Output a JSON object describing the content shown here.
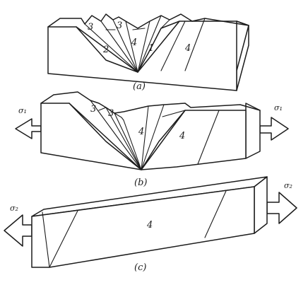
{
  "panels": [
    {
      "caption": "(a)",
      "regions": [
        "3",
        "3",
        "2",
        "4",
        "1",
        "4"
      ]
    },
    {
      "caption": "(b)",
      "regions": [
        "3",
        "3",
        "4",
        "4"
      ],
      "forces": [
        "σ₁",
        "σ₁"
      ]
    },
    {
      "caption": "(c)",
      "regions": [
        "4"
      ],
      "forces": [
        "σ₂",
        "σ₂"
      ]
    }
  ],
  "colors": {
    "ink": "#1c1c1c",
    "paper": "#ffffff"
  }
}
